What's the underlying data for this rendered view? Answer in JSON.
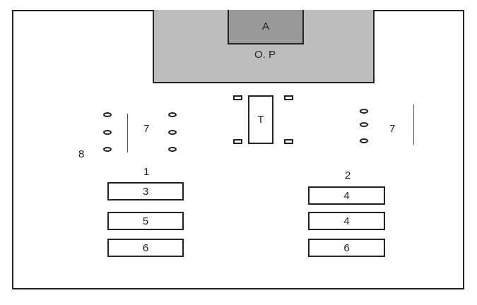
{
  "labels": {
    "a": "A",
    "op": "O. P",
    "table": "T",
    "seven_left": "7",
    "seven_right": "7",
    "eight": "8",
    "one": "1",
    "two": "2"
  },
  "left_column": [
    "3",
    "5",
    "6"
  ],
  "right_column": [
    "4",
    "4",
    "6"
  ]
}
